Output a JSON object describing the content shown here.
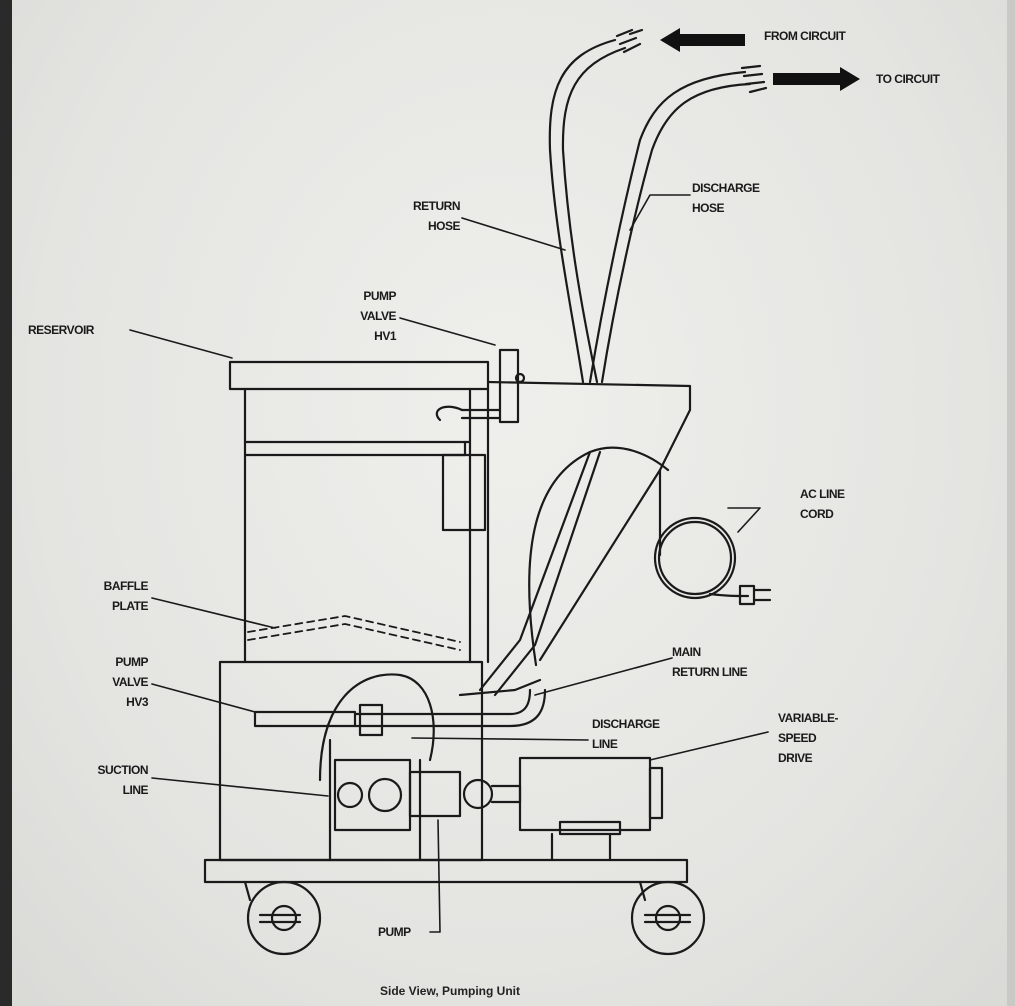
{
  "labels": {
    "from_circuit": "FROM CIRCUIT",
    "to_circuit": "TO CIRCUIT",
    "return_hose": "RETURN\nHOSE",
    "discharge_hose": "DISCHARGE\nHOSE",
    "pump_valve_hv1": "PUMP\nVALVE\nHV1",
    "reservoir": "RESERVOIR",
    "ac_line_cord": "AC LINE\nCORD",
    "baffle_plate": "BAFFLE\nPLATE",
    "main_return_line": "MAIN\nRETURN LINE",
    "pump_valve_hv3": "PUMP\nVALVE\nHV3",
    "discharge_line": "DISCHARGE\nLINE",
    "variable_speed_drive": "VARIABLE-\nSPEED\nDRIVE",
    "suction_line": "SUCTION\nLINE",
    "pump": "PUMP"
  },
  "caption": "Side View, Pumping Unit"
}
